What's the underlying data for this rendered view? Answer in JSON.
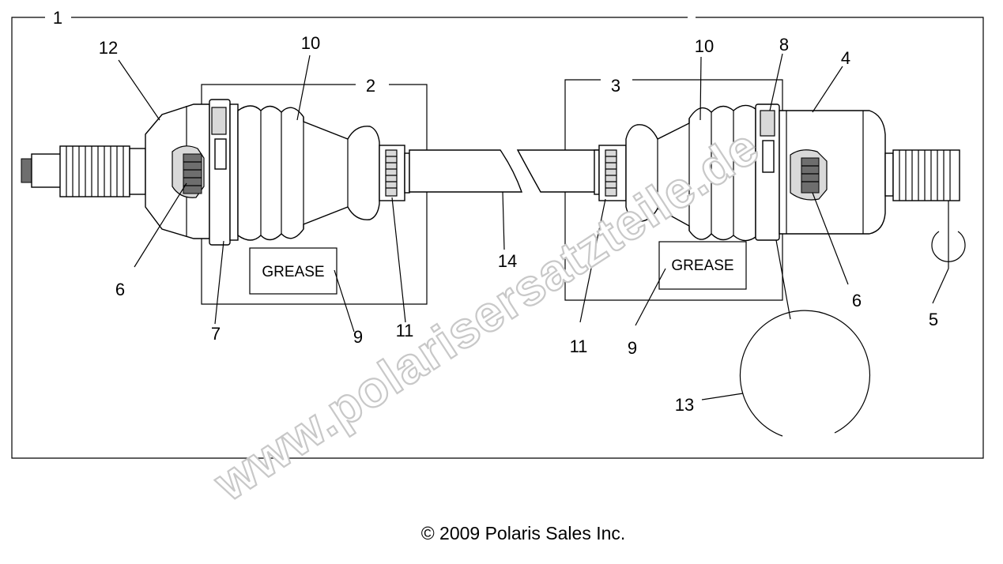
{
  "diagram": {
    "callouts": {
      "c1": "1",
      "c2": "2",
      "c3": "3",
      "c4": "4",
      "c5": "5",
      "c6a": "6",
      "c6b": "6",
      "c7": "7",
      "c8": "8",
      "c9a": "9",
      "c9b": "9",
      "c10a": "10",
      "c10b": "10",
      "c11a": "11",
      "c11b": "11",
      "c12": "12",
      "c13": "13",
      "c14": "14"
    },
    "grease_left": "GREASE",
    "grease_right": "GREASE"
  },
  "watermark": "www.polarisersatzteile.de",
  "copyright": "© 2009 Polaris Sales Inc."
}
